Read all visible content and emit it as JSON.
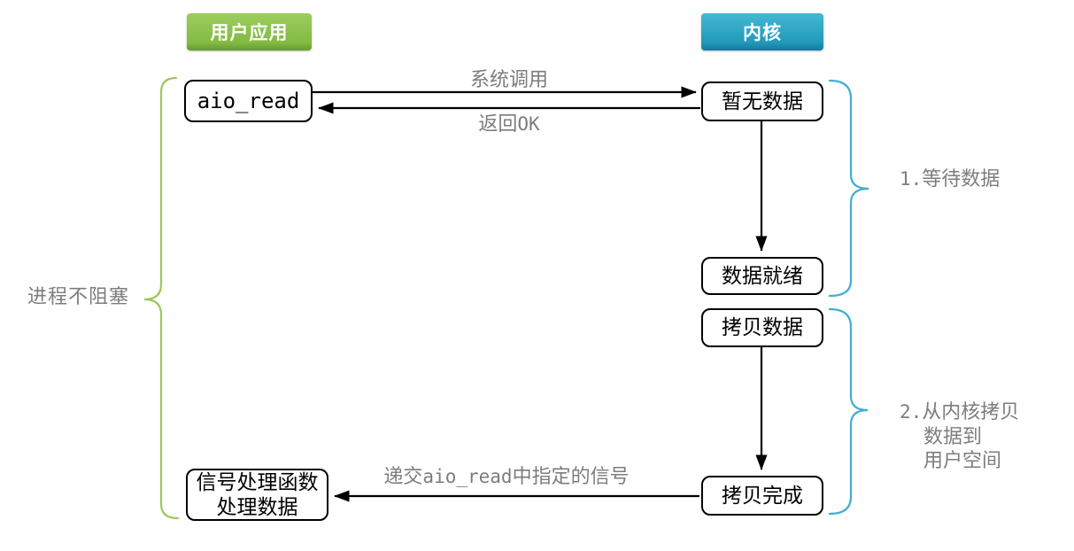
{
  "diagram": {
    "headers": {
      "user_app": "用户应用",
      "kernel": "内核"
    },
    "nodes": {
      "aio_read": "aio_read",
      "no_data": "暂无数据",
      "data_ready": "数据就绪",
      "copy_data": "拷贝数据",
      "copy_done": "拷贝完成",
      "signal_handler_line1": "信号处理函数",
      "signal_handler_line2": "处理数据"
    },
    "edges": {
      "syscall_label": "系统调用",
      "return_prefix": "返回",
      "return_code": "OK",
      "signal_prefix": "递交",
      "signal_code": "aio_read",
      "signal_suffix": "中指定的信号"
    },
    "braces": {
      "left_label": "进程不阻塞",
      "step1_num": "1.",
      "step1_text": "等待数据",
      "step2_num": "2.",
      "step2_line1": "从内核拷贝",
      "step2_line2": "数据到",
      "step2_line3": "用户空间"
    },
    "colors": {
      "header_green": "#84bb42",
      "header_blue": "#2399bb",
      "brace_green": "#9cc75f",
      "brace_blue": "#44add2",
      "gray_text": "#7d7d7d",
      "line_black": "#000000"
    }
  }
}
